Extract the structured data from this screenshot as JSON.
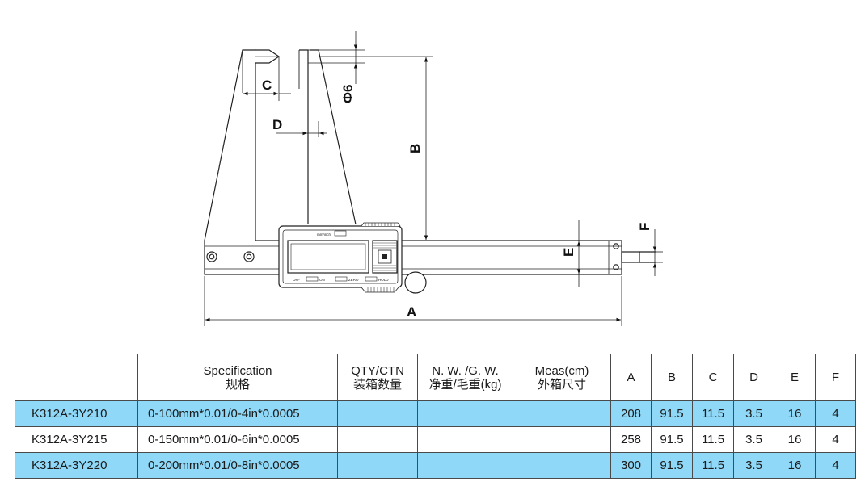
{
  "drawing": {
    "labels": {
      "A": "A",
      "B": "B",
      "C": "C",
      "D": "D",
      "E": "E",
      "F": "F",
      "phi": "Φ6"
    },
    "display_marks": {
      "top": "mm/inch",
      "bottom_left": "OFF",
      "bottom_on": "ON",
      "bottom_zero": "ZERO",
      "bottom_hold": "HOLD"
    }
  },
  "table": {
    "headers": [
      {
        "line1": "",
        "line2": ""
      },
      {
        "line1": "Specification",
        "line2": "规格"
      },
      {
        "line1": "QTY/CTN",
        "line2": "装箱数量"
      },
      {
        "line1": "N. W. /G. W.",
        "line2": "净重/毛重(kg)"
      },
      {
        "line1": "Meas(cm)",
        "line2": "外箱尺寸"
      },
      {
        "line1": "A",
        "line2": ""
      },
      {
        "line1": "B",
        "line2": ""
      },
      {
        "line1": "C",
        "line2": ""
      },
      {
        "line1": "D",
        "line2": ""
      },
      {
        "line1": "E",
        "line2": ""
      },
      {
        "line1": "F",
        "line2": ""
      }
    ],
    "rows": [
      {
        "model": "K312A-3Y210",
        "spec": "0-100mm*0.01/0-4in*0.0005",
        "qty": "",
        "weight": "",
        "meas": "",
        "A": "208",
        "B": "91.5",
        "C": "11.5",
        "D": "3.5",
        "E": "16",
        "F": "4"
      },
      {
        "model": "K312A-3Y215",
        "spec": "0-150mm*0.01/0-6in*0.0005",
        "qty": "",
        "weight": "",
        "meas": "",
        "A": "258",
        "B": "91.5",
        "C": "11.5",
        "D": "3.5",
        "E": "16",
        "F": "4"
      },
      {
        "model": "K312A-3Y220",
        "spec": "0-200mm*0.01/0-8in*0.0005",
        "qty": "",
        "weight": "",
        "meas": "",
        "A": "300",
        "B": "91.5",
        "C": "11.5",
        "D": "3.5",
        "E": "16",
        "F": "4"
      }
    ],
    "highlight_color": "#8fd8f7"
  }
}
